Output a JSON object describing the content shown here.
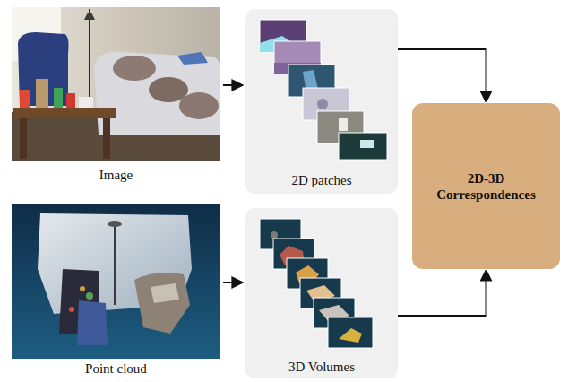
{
  "diagram": {
    "nodes": [
      {
        "text": [
          "Image"
        ]
      },
      {
        "text": [
          "2D patches"
        ]
      },
      {
        "text": [
          "Point cloud"
        ]
      },
      {
        "text": [
          "3D Volumes"
        ]
      },
      {
        "text": [
          "2D-3D Correspondences"
        ]
      }
    ],
    "edges": [
      {
        "from": 0,
        "to": 1,
        "arrow": "to"
      },
      {
        "from": 2,
        "to": 3,
        "arrow": "to"
      },
      {
        "from": 1,
        "to": 4,
        "arrow": "to"
      },
      {
        "from": 3,
        "to": 4,
        "arrow": "to"
      }
    ]
  }
}
